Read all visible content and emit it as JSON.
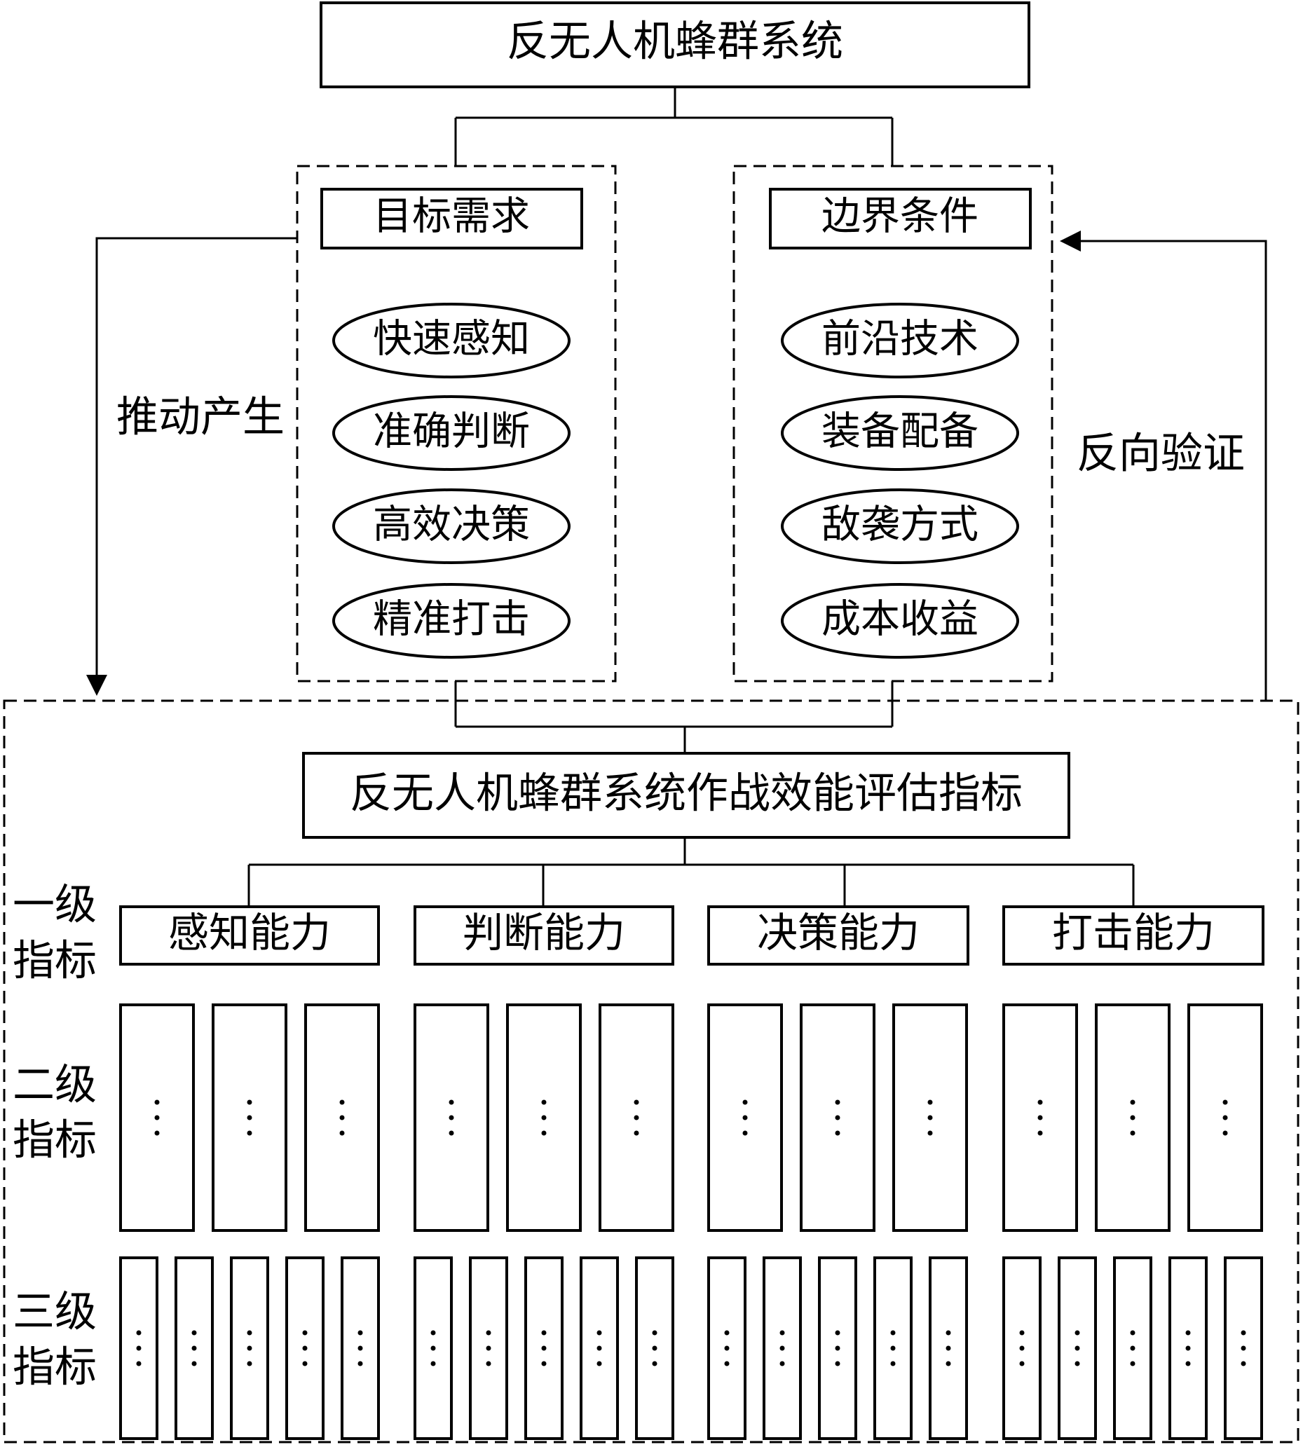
{
  "top": {
    "title": "反无人机蜂群系统"
  },
  "left_group": {
    "title": "目标需求",
    "items": [
      "快速感知",
      "准确判断",
      "高效决策",
      "精准打击"
    ]
  },
  "right_group": {
    "title": "边界条件",
    "items": [
      "前沿技术",
      "装备配备",
      "敌袭方式",
      "成本收益"
    ]
  },
  "arrows": {
    "left_label": "推动产生",
    "right_label": "反向验证"
  },
  "eval": {
    "title": "反无人机蜂群系统作战效能评估指标",
    "level_labels": [
      "一级\n指标",
      "二级\n指标",
      "三级\n指标"
    ],
    "level1": [
      "感知能力",
      "判断能力",
      "决策能力",
      "打击能力"
    ],
    "level2_boxes_per_group": 3,
    "level3_boxes_per_group": 5,
    "ellipsis": "⋮"
  }
}
